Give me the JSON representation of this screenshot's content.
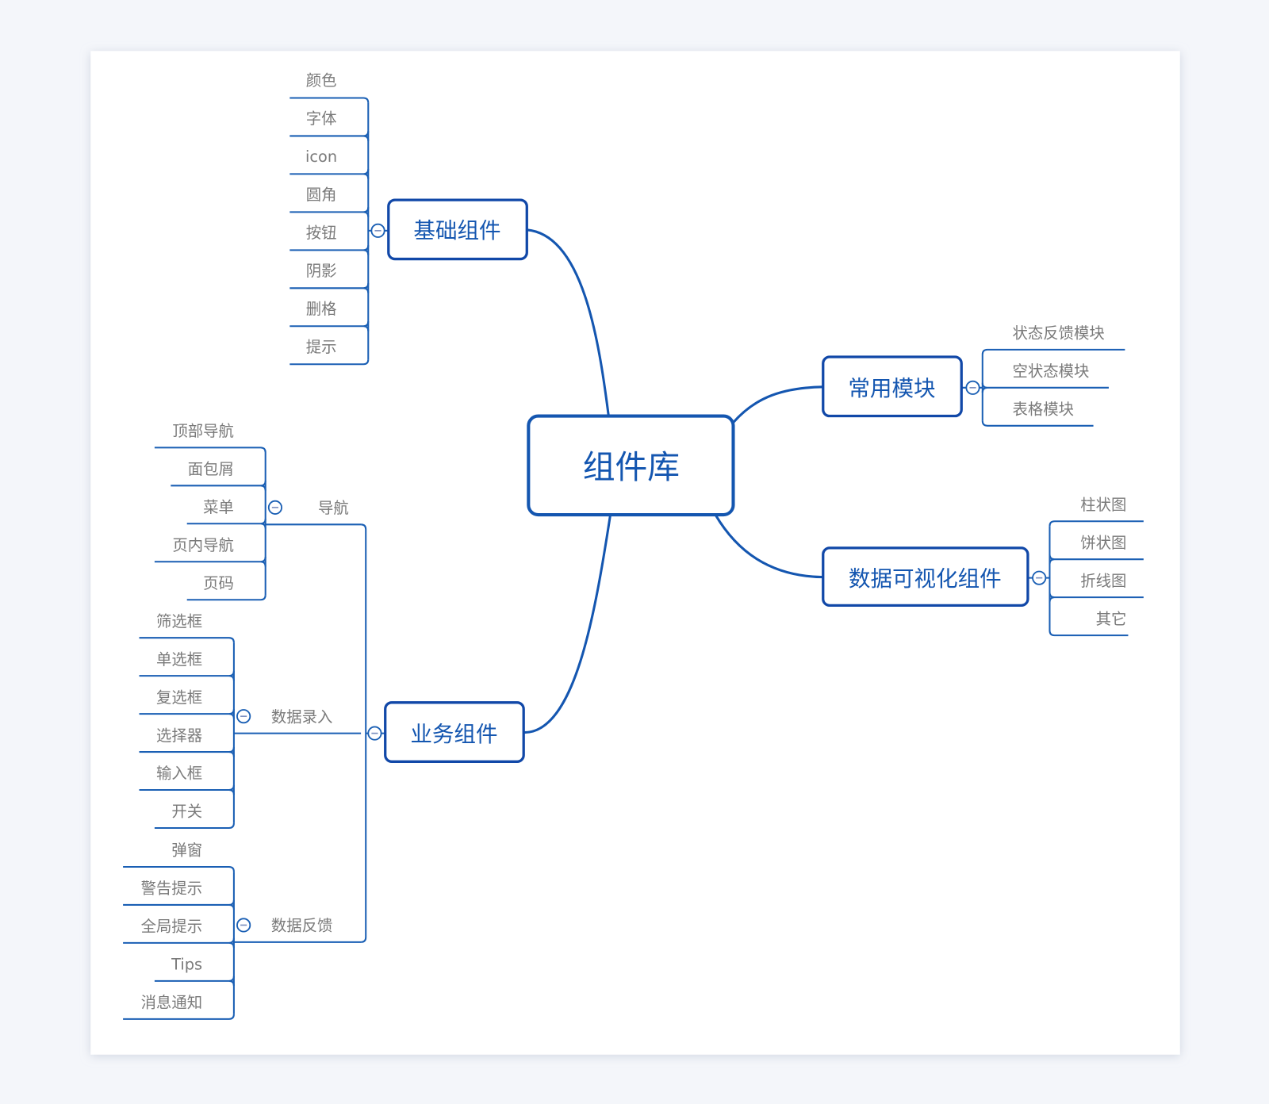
{
  "root": {
    "label": "组件库"
  },
  "branches": {
    "basic": {
      "label": "基础组件",
      "children": [
        "颜色",
        "字体",
        "icon",
        "圆角",
        "按钮",
        "阴影",
        "删格",
        "提示"
      ]
    },
    "common": {
      "label": "常用模块",
      "children": [
        "状态反馈模块",
        "空状态模块",
        "表格模块"
      ]
    },
    "dataviz": {
      "label": "数据可视化组件",
      "children": [
        "柱状图",
        "饼状图",
        "折线图",
        "其它"
      ]
    },
    "business": {
      "label": "业务组件",
      "groups": [
        {
          "label": "导航",
          "children": [
            "顶部导航",
            "面包屑",
            "菜单",
            "页内导航",
            "页码"
          ]
        },
        {
          "label": "数据录入",
          "children": [
            "筛选框",
            "单选框",
            "复选框",
            "选择器",
            "输入框",
            "开关"
          ]
        },
        {
          "label": "数据反馈",
          "children": [
            "弹窗",
            "警告提示",
            "全局提示",
            "Tips",
            "消息通知"
          ]
        }
      ]
    }
  },
  "colors": {
    "accent": "#1456b0",
    "leaf_text": "#7a7a7a",
    "background": "#f4f6fa",
    "card": "#ffffff"
  }
}
